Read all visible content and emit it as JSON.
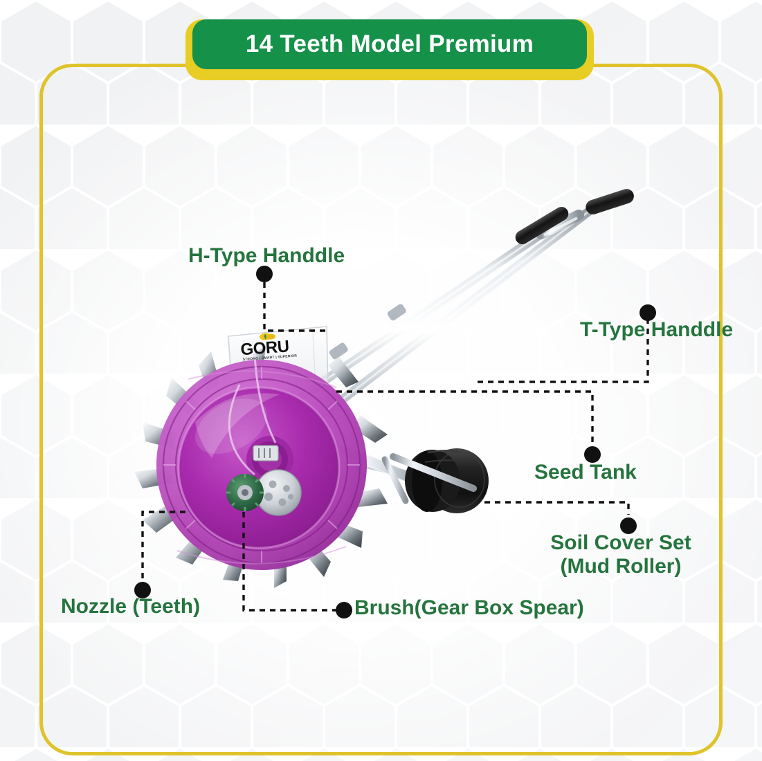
{
  "banner": {
    "title": "14 Teeth Model Premium",
    "pill_color": "#16914a",
    "outer_color": "#e8ce24"
  },
  "frame": {
    "border_color": "#dfc32c"
  },
  "labels": {
    "text_color": "#25743e",
    "items": [
      {
        "id": "h-type",
        "text": "H-Type Handdle"
      },
      {
        "id": "t-type",
        "text": "T-Type Handdle"
      },
      {
        "id": "seed-tank",
        "text": "Seed Tank"
      },
      {
        "id": "soil-cover",
        "line1": "Soil Cover Set",
        "line2": "(Mud Roller)"
      },
      {
        "id": "nozzle",
        "text": "Nozzle (Teeth)"
      },
      {
        "id": "brush",
        "text": "Brush(Gear Box Spear)"
      }
    ]
  },
  "brand": {
    "logo_text": "GORU",
    "tagline": "STRONG | SMART | SUPERIOR"
  },
  "product": {
    "name": "manual seed planter drum",
    "drum_color": "#b534b8",
    "roller_color": "#1b1b1b",
    "metal_color": "#c9ced4",
    "gear_color": "#2f6b47"
  },
  "leader_style": {
    "color": "#111111",
    "dash": "dashed",
    "dot_radius": 11
  }
}
